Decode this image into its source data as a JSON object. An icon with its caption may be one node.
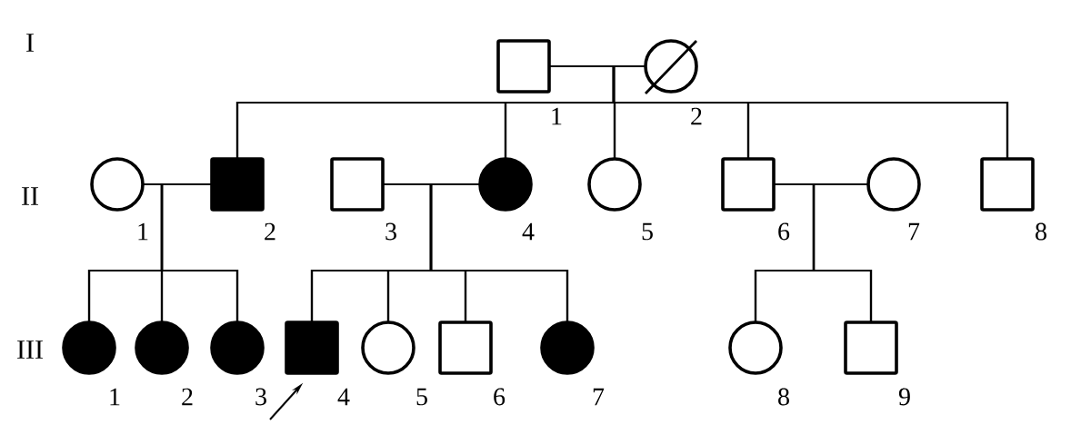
{
  "diagram": {
    "nodes": [
      {
        "text": [],
        "shape": "square",
        "beside": [
          "1"
        ]
      },
      {
        "text": [],
        "shape": "crossed-circle",
        "beside": [
          "2"
        ]
      },
      {
        "text": [],
        "shape": "circle",
        "beside": [
          "1"
        ]
      },
      {
        "text": [],
        "shape": "filled-square",
        "beside": [
          "2"
        ]
      },
      {
        "text": [],
        "shape": "square",
        "beside": [
          "3"
        ]
      },
      {
        "text": [],
        "shape": "filled-circle",
        "beside": [
          "4"
        ]
      },
      {
        "text": [],
        "shape": "circle",
        "beside": [
          "5"
        ]
      },
      {
        "text": [],
        "shape": "square",
        "beside": [
          "6"
        ]
      },
      {
        "text": [],
        "shape": "circle",
        "beside": [
          "7"
        ]
      },
      {
        "text": [],
        "shape": "square",
        "beside": [
          "8"
        ]
      },
      {
        "text": [],
        "shape": "filled-circle",
        "beside": [
          "1"
        ]
      },
      {
        "text": [],
        "shape": "filled-circle",
        "beside": [
          "2"
        ]
      },
      {
        "text": [],
        "shape": "filled-circle",
        "beside": [
          "3"
        ]
      },
      {
        "text": [],
        "shape": "filled-square",
        "beside": [
          "4"
        ]
      },
      {
        "text": [],
        "shape": "circle",
        "beside": [
          "5"
        ]
      },
      {
        "text": [],
        "shape": "square",
        "beside": [
          "6"
        ]
      },
      {
        "text": [],
        "shape": "filled-circle",
        "beside": [
          "7"
        ]
      },
      {
        "text": [],
        "shape": "circle",
        "beside": [
          "8"
        ]
      },
      {
        "text": [],
        "shape": "square",
        "beside": [
          "9"
        ]
      }
    ],
    "edges": [
      {
        "from": 0,
        "to": 1,
        "arrow": "none"
      },
      {
        "from": 0,
        "to": 3,
        "arrow": "none"
      },
      {
        "from": 1,
        "to": 3,
        "arrow": "none"
      },
      {
        "from": 0,
        "to": 5,
        "arrow": "none"
      },
      {
        "from": 1,
        "to": 5,
        "arrow": "none"
      },
      {
        "from": 0,
        "to": 6,
        "arrow": "none"
      },
      {
        "from": 1,
        "to": 6,
        "arrow": "none"
      },
      {
        "from": 0,
        "to": 7,
        "arrow": "none"
      },
      {
        "from": 1,
        "to": 7,
        "arrow": "none"
      },
      {
        "from": 0,
        "to": 9,
        "arrow": "none"
      },
      {
        "from": 1,
        "to": 9,
        "arrow": "none"
      },
      {
        "from": 2,
        "to": 3,
        "arrow": "none"
      },
      {
        "from": 4,
        "to": 5,
        "arrow": "none"
      },
      {
        "from": 7,
        "to": 8,
        "arrow": "none"
      },
      {
        "from": 2,
        "to": 10,
        "arrow": "none"
      },
      {
        "from": 3,
        "to": 10,
        "arrow": "none"
      },
      {
        "from": 2,
        "to": 11,
        "arrow": "none"
      },
      {
        "from": 3,
        "to": 11,
        "arrow": "none"
      },
      {
        "from": 2,
        "to": 12,
        "arrow": "none"
      },
      {
        "from": 3,
        "to": 12,
        "arrow": "none"
      },
      {
        "from": 4,
        "to": 13,
        "arrow": "none"
      },
      {
        "from": 5,
        "to": 13,
        "arrow": "none"
      },
      {
        "from": 4,
        "to": 14,
        "arrow": "none"
      },
      {
        "from": 5,
        "to": 14,
        "arrow": "none"
      },
      {
        "from": 4,
        "to": 15,
        "arrow": "none"
      },
      {
        "from": 5,
        "to": 15,
        "arrow": "none"
      },
      {
        "from": 4,
        "to": 16,
        "arrow": "none"
      },
      {
        "from": 5,
        "to": 16,
        "arrow": "none"
      },
      {
        "from": 7,
        "to": 17,
        "arrow": "none"
      },
      {
        "from": 8,
        "to": 17,
        "arrow": "none"
      },
      {
        "from": 7,
        "to": 18,
        "arrow": "none"
      },
      {
        "from": 8,
        "to": 18,
        "arrow": "none"
      },
      {
        "from": null,
        "to": 13,
        "arrow": "to"
      }
    ],
    "labels": [
      "I",
      "II",
      "III"
    ]
  }
}
